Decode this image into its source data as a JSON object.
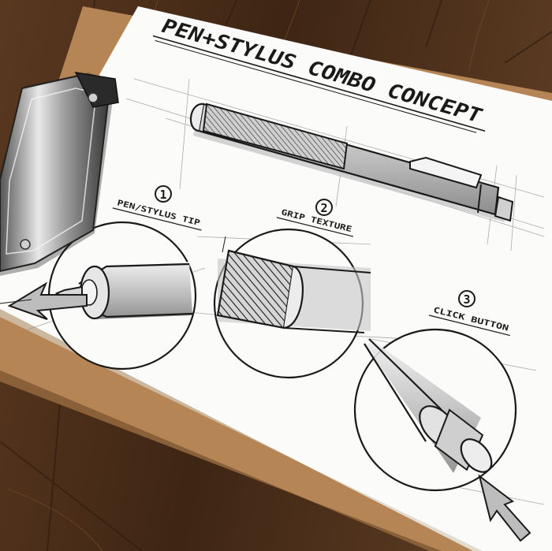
{
  "sheet": {
    "title": "PEN+STYLUS COMBO CONCEPT"
  },
  "callouts": [
    {
      "number": "1",
      "label": "PEN/STYLUS TIP"
    },
    {
      "number": "2",
      "label": "GRIP TEXTURE"
    },
    {
      "number": "3",
      "label": "CLICK BUTTON"
    }
  ],
  "colors": {
    "wood": "#4a2e1a",
    "clipboard": "#b98a5e",
    "paper": "#fbfbf9",
    "ink": "#1a1a1a",
    "marker_gray": "#b8b8b8"
  }
}
